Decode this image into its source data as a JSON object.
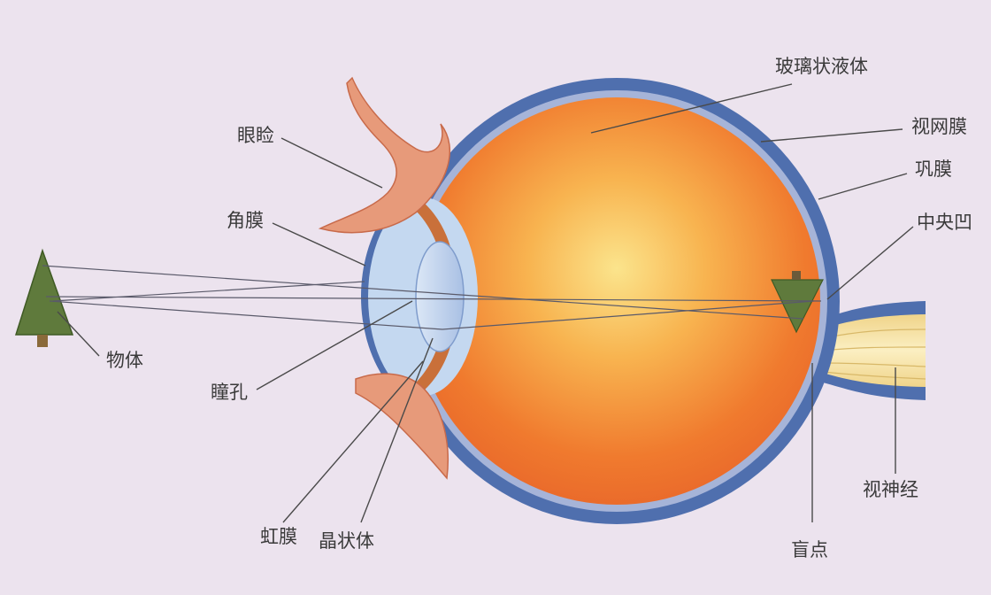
{
  "labels": {
    "vitreous": "玻璃状液体",
    "retina": "视网膜",
    "sclera": "巩膜",
    "fovea": "中央凹",
    "eyelid": "眼睑",
    "cornea": "角膜",
    "object": "物体",
    "pupil": "瞳孔",
    "iris": "虹膜",
    "lens": "晶状体",
    "blind_spot": "盲点",
    "optic_nerve": "视神经"
  },
  "colors": {
    "background": "#ece3ee",
    "sclera": "#4f6fae",
    "retina_layer": "#a6b4d8",
    "vitreous": "#f07a2e",
    "vitreous_center": "#fbe28a",
    "cornea_fill": "#c4d8f0",
    "tree": "#5f7a3c",
    "optic_nerve": "#f6e3a0",
    "eyelid": "#e79a7a"
  }
}
